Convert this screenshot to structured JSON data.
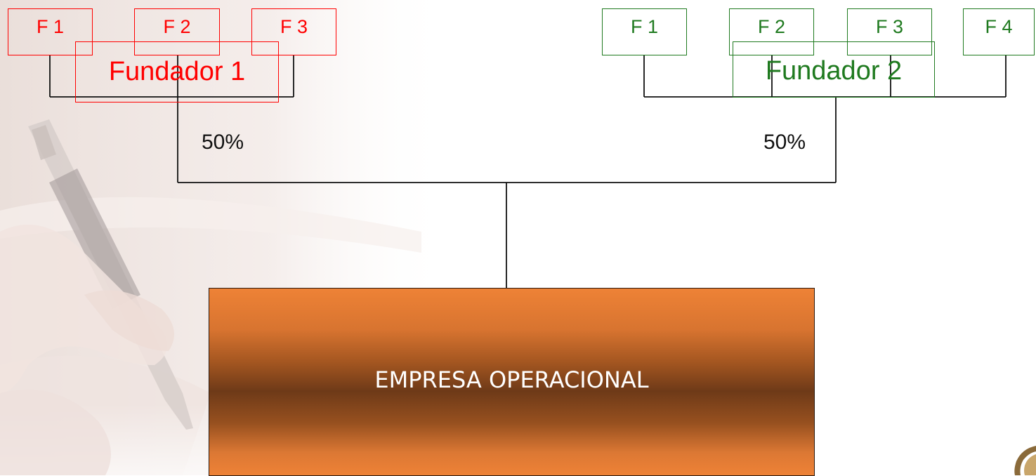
{
  "colors": {
    "founder1": "#ff0000",
    "founder2": "#1f7a1f",
    "company_gradient_light": "#ee8236",
    "company_gradient_dark": "#6e3a18"
  },
  "founder1": {
    "label": "Fundador 1",
    "share": "50%",
    "children": [
      "F 1",
      "F 2",
      "F 3"
    ]
  },
  "founder2": {
    "label": "Fundador 2",
    "share": "50%",
    "children": [
      "F 1",
      "F 2",
      "F 3",
      "F 4"
    ]
  },
  "company": {
    "label": "EMPRESA OPERACIONAL"
  }
}
